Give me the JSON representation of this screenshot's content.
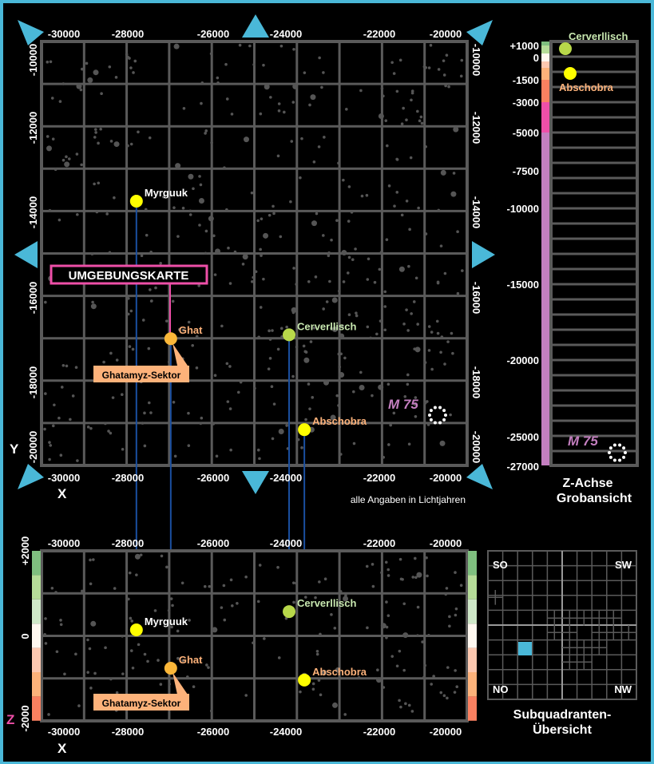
{
  "colors": {
    "frame": "#4ab8d8",
    "grid": "#5a5a5a",
    "accent_pink": "#ee4fa8",
    "orange": "#fdb27a",
    "yellow": "#ffff00",
    "green": "#b8d84a",
    "line": "#1a4fa0"
  },
  "top_map": {
    "x_ticks": [
      "-30000",
      "-28000",
      "-26000",
      "-24000",
      "-22000",
      "-20000"
    ],
    "y_ticks": [
      "-10000",
      "-12000",
      "-14000",
      "-16000",
      "-18000",
      "-20000"
    ],
    "x_axis": "X",
    "y_axis": "Y",
    "note": "alle Angaben in Lichtjahren",
    "title": "UMGEBUNGSKARTE",
    "sector_label": "Ghatamyz-Sektor",
    "cluster_label": "M 75"
  },
  "bottom_map": {
    "x_ticks": [
      "-30000",
      "-28000",
      "-26000",
      "-24000",
      "-22000",
      "-20000"
    ],
    "z_ticks": [
      "+2000",
      "0",
      "-2000"
    ],
    "x_axis": "X",
    "z_axis": "Z",
    "sector_label": "Ghatamyz-Sektor"
  },
  "systems": [
    {
      "name": "Myrguuk",
      "x": -28100,
      "y": -13650,
      "z": 150,
      "color": "#ffff00",
      "label_color": "#ffffff"
    },
    {
      "name": "Ghat",
      "x": -27200,
      "y": -17200,
      "z": -750,
      "color": "#fbb739",
      "label_color": "#fdb27a"
    },
    {
      "name": "Cerverllisch",
      "x": -24100,
      "y": -17100,
      "z": 580,
      "color": "#b8d84a",
      "label_color": "#c8e8b0"
    },
    {
      "name": "Abschobra",
      "x": -23700,
      "y": -19550,
      "z": -1030,
      "color": "#ffff00",
      "label_color": "#fdb27a"
    }
  ],
  "z_panel": {
    "ticks": [
      "+1000",
      "0",
      "-1500",
      "-3000",
      "-5000",
      "-7500",
      "-10000",
      "-15000",
      "-20000",
      "-25000",
      "-27000"
    ],
    "labels": {
      "cerverllisch": "Cerverllisch",
      "abschobra": "Abschobra",
      "cluster": "M 75"
    },
    "caption_1": "Z-Achse",
    "caption_2": "Grobansicht"
  },
  "subquadrants": {
    "so": "SO",
    "sw": "SW",
    "no": "NO",
    "nw": "NW",
    "caption_1": "Subquadranten-",
    "caption_2": "Übersicht"
  }
}
